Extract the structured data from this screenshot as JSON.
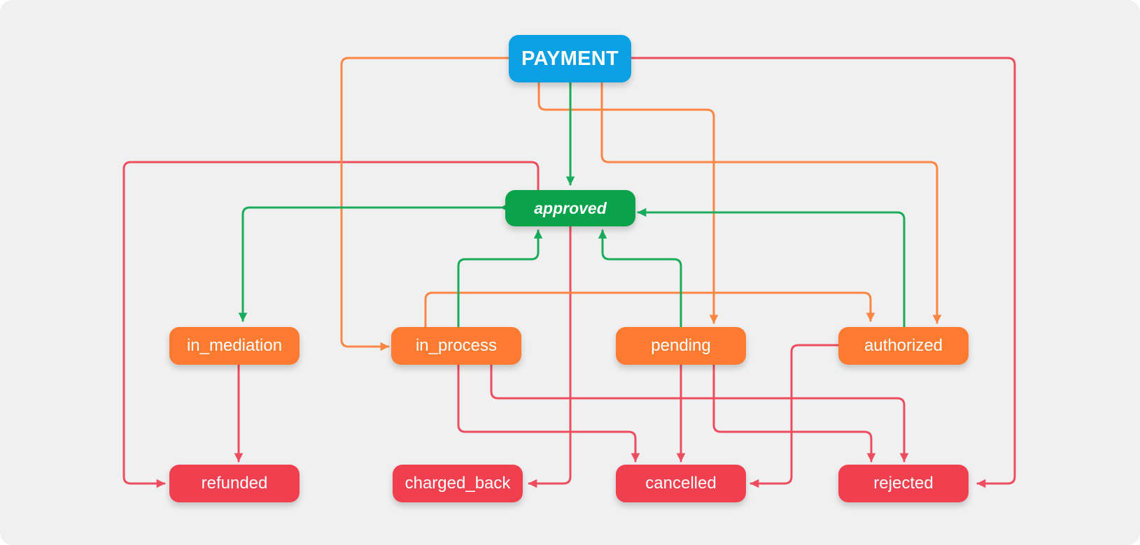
{
  "diagram": {
    "nodes": {
      "payment": "PAYMENT",
      "approved": "approved",
      "in_mediation": "in_mediation",
      "in_process": "in_process",
      "pending": "pending",
      "authorized": "authorized",
      "refunded": "refunded",
      "charged_back": "charged_back",
      "cancelled": "cancelled",
      "rejected": "rejected"
    },
    "edges": [
      {
        "from": "payment",
        "to": "approved",
        "color": "green"
      },
      {
        "from": "payment",
        "to": "in_process",
        "color": "orange"
      },
      {
        "from": "payment",
        "to": "pending",
        "color": "orange"
      },
      {
        "from": "payment",
        "to": "authorized",
        "color": "orange"
      },
      {
        "from": "payment",
        "to": "rejected",
        "color": "red"
      },
      {
        "from": "approved",
        "to": "in_mediation",
        "color": "green",
        "bidirectional": true
      },
      {
        "from": "in_process",
        "to": "approved",
        "color": "green"
      },
      {
        "from": "pending",
        "to": "approved",
        "color": "green"
      },
      {
        "from": "authorized",
        "to": "approved",
        "color": "green"
      },
      {
        "from": "in_process",
        "to": "authorized",
        "color": "orange"
      },
      {
        "from": "approved",
        "to": "refunded",
        "color": "red"
      },
      {
        "from": "approved",
        "to": "charged_back",
        "color": "red"
      },
      {
        "from": "in_mediation",
        "to": "refunded",
        "color": "red"
      },
      {
        "from": "in_process",
        "to": "cancelled",
        "color": "red"
      },
      {
        "from": "in_process",
        "to": "rejected",
        "color": "red"
      },
      {
        "from": "pending",
        "to": "cancelled",
        "color": "red"
      },
      {
        "from": "pending",
        "to": "rejected",
        "color": "red"
      },
      {
        "from": "authorized",
        "to": "cancelled",
        "color": "red"
      }
    ]
  },
  "colors": {
    "payment": "#0ba0e4",
    "approved": "#0aa24a",
    "intermediate": "#fc7b31",
    "final": "#f0404f",
    "edge_green": "#1aab5c",
    "edge_orange": "#fb8644",
    "edge_red": "#ee4d5f",
    "background": "#f0f0f0"
  }
}
